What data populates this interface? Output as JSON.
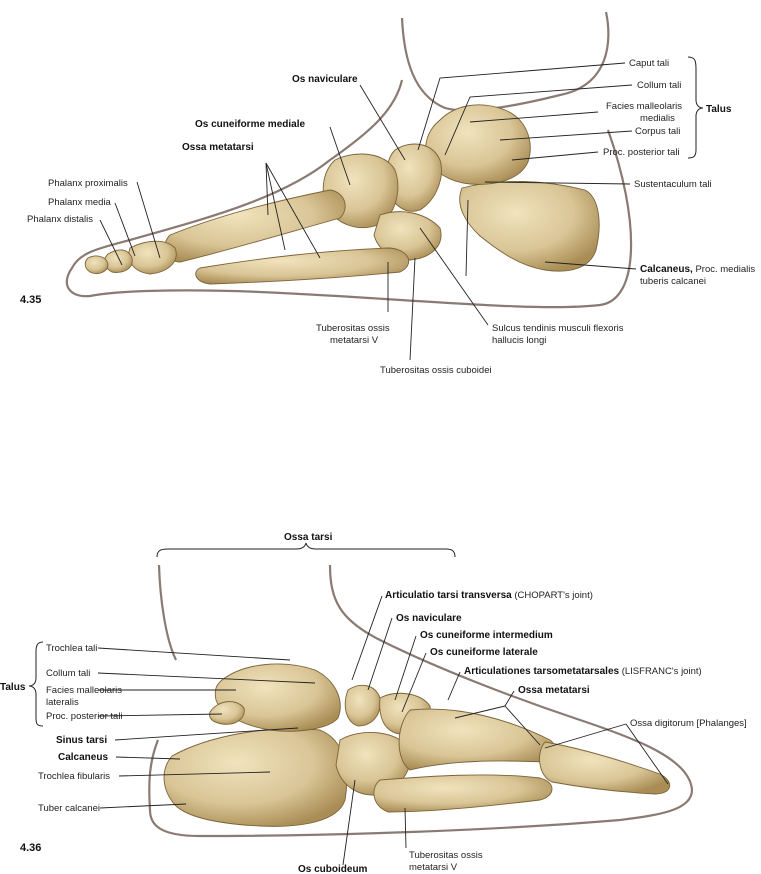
{
  "figure_4_35": {
    "number": "4.35",
    "labels": {
      "caput_tali": "Caput tali",
      "collum_tali": "Collum tali",
      "facies_malleolaris_medialis_1": "Facies malleolaris",
      "facies_malleolaris_medialis_2": "medialis",
      "corpus_tali": "Corpus tali",
      "proc_posterior_tali": "Proc. posterior tali",
      "talus": "Talus",
      "sustentaculum_tali": "Sustentaculum tali",
      "calcaneus": "Calcaneus,",
      "calcaneus_suffix": " Proc. medialis",
      "tuberis_calcanei": "tuberis calcanei",
      "os_naviculare": "Os naviculare",
      "os_cuneiforme_mediale": "Os cuneiforme mediale",
      "ossa_metatarsi": "Ossa metatarsi",
      "phalanx_proximalis": "Phalanx proximalis",
      "phalanx_media": "Phalanx media",
      "phalanx_distalis": "Phalanx distalis",
      "tuberositas_mt5_1": "Tuberositas ossis",
      "tuberositas_mt5_2": "metatarsi V",
      "sulcus_1": "Sulcus tendinis musculi flexoris",
      "sulcus_2": "hallucis longi",
      "tuberositas_cuboidei": "Tuberositas ossis cuboidei"
    }
  },
  "figure_4_36": {
    "number": "4.36",
    "labels": {
      "ossa_tarsi": "Ossa tarsi",
      "chopart": "Articulatio tarsi transversa",
      "chopart_suffix": " (CHOPART's joint)",
      "os_naviculare": "Os naviculare",
      "cuneiforme_intermedium": "Os cuneiforme intermedium",
      "cuneiforme_laterale": "Os cuneiforme laterale",
      "lisfranc": "Articulationes tarsometatarsales",
      "lisfranc_suffix": " (LISFRANC's joint)",
      "ossa_metatarsi": "Ossa metatarsi",
      "ossa_digitorum": "Ossa digitorum [Phalanges]",
      "trochlea_tali": "Trochlea tali",
      "collum_tali": "Collum tali",
      "facies_malleolaris_lateralis_1": "Facies malleolaris",
      "facies_malleolaris_lateralis_2": "lateralis",
      "proc_posterior_tali": "Proc. posterior tali",
      "talus": "Talus",
      "sinus_tarsi": "Sinus tarsi",
      "calcaneus": "Calcaneus",
      "trochlea_fibularis": "Trochlea fibularis",
      "tuber_calcanei": "Tuber calcanei",
      "os_cuboideum": "Os cuboideum",
      "tuberositas_mt5_1": "Tuberositas ossis",
      "tuberositas_mt5_2": "metatarsi V"
    }
  },
  "colors": {
    "bone": "#d9c596",
    "bone_shade": "#b89c63",
    "outline": "#8a7a72"
  }
}
